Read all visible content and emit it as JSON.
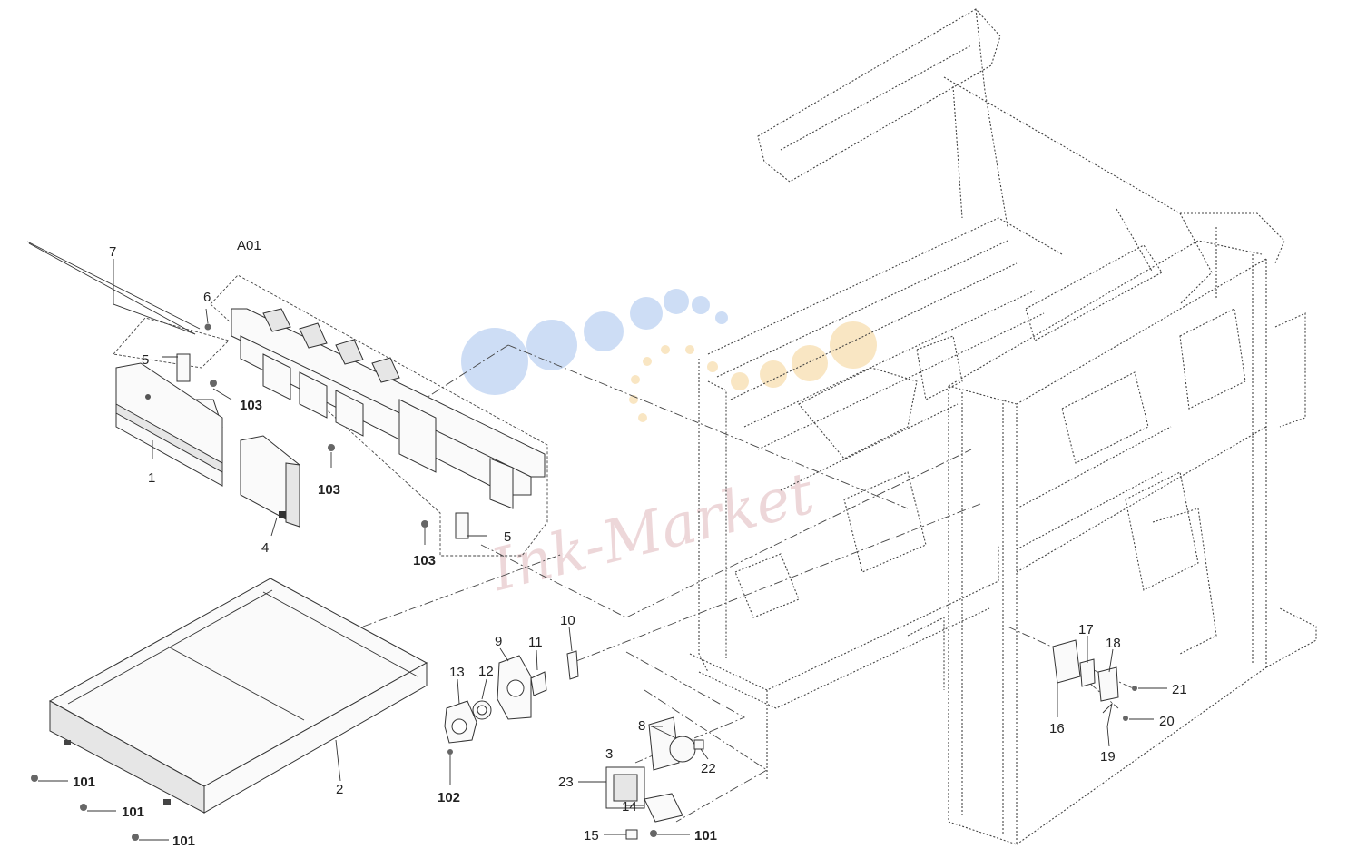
{
  "diagram": {
    "group_label": "A01",
    "labels": [
      "1",
      "2",
      "3",
      "4",
      "5",
      "5",
      "6",
      "7",
      "8",
      "9",
      "10",
      "11",
      "12",
      "13",
      "14",
      "15",
      "16",
      "17",
      "18",
      "19",
      "20",
      "21",
      "22",
      "23"
    ],
    "screw_labels": [
      "101",
      "101",
      "101",
      "101",
      "102",
      "103",
      "103",
      "103"
    ]
  },
  "watermark": {
    "text": "Ink-Market",
    "colors": [
      "#bcd1f1",
      "#f7dcaa"
    ]
  }
}
